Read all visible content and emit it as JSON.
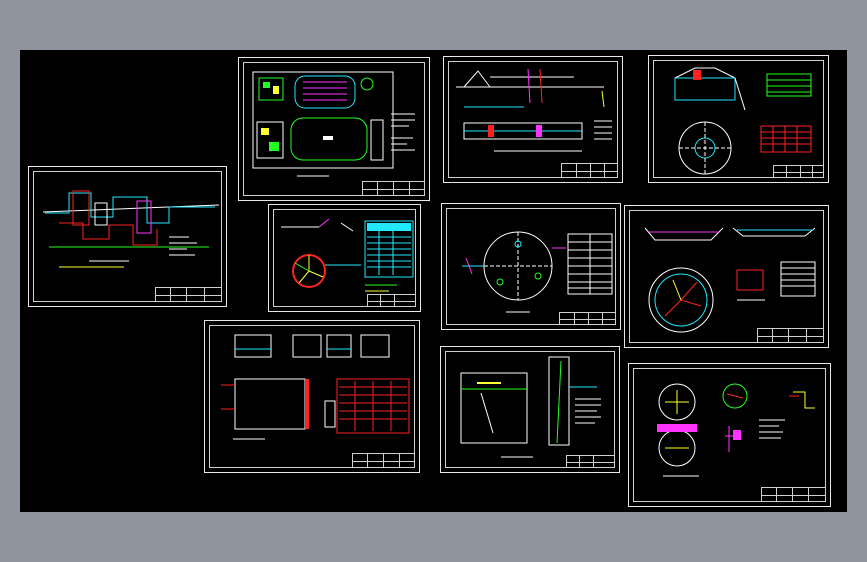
{
  "app": {
    "background": "#8f949d",
    "model_space": "#000000",
    "frame_color": "#e8e8e8"
  },
  "palette": {
    "white": "#ffffff",
    "green": "#22ff22",
    "cyan": "#22e8ff",
    "red": "#ff2222",
    "magenta": "#ff33ff",
    "yellow": "#ffff33",
    "blue": "#2266ff"
  },
  "sheets": [
    {
      "id": "process-flow-elevation"
    },
    {
      "id": "site-plan"
    },
    {
      "id": "distribution-well"
    },
    {
      "id": "rectangular-tank-section"
    },
    {
      "id": "pipe-gallery-plan-section"
    },
    {
      "id": "circular-tank-plan"
    },
    {
      "id": "valve-chamber-section"
    },
    {
      "id": "clarifier-section-table"
    },
    {
      "id": "thickener-detail"
    },
    {
      "id": "sludge-tank-detail"
    }
  ]
}
